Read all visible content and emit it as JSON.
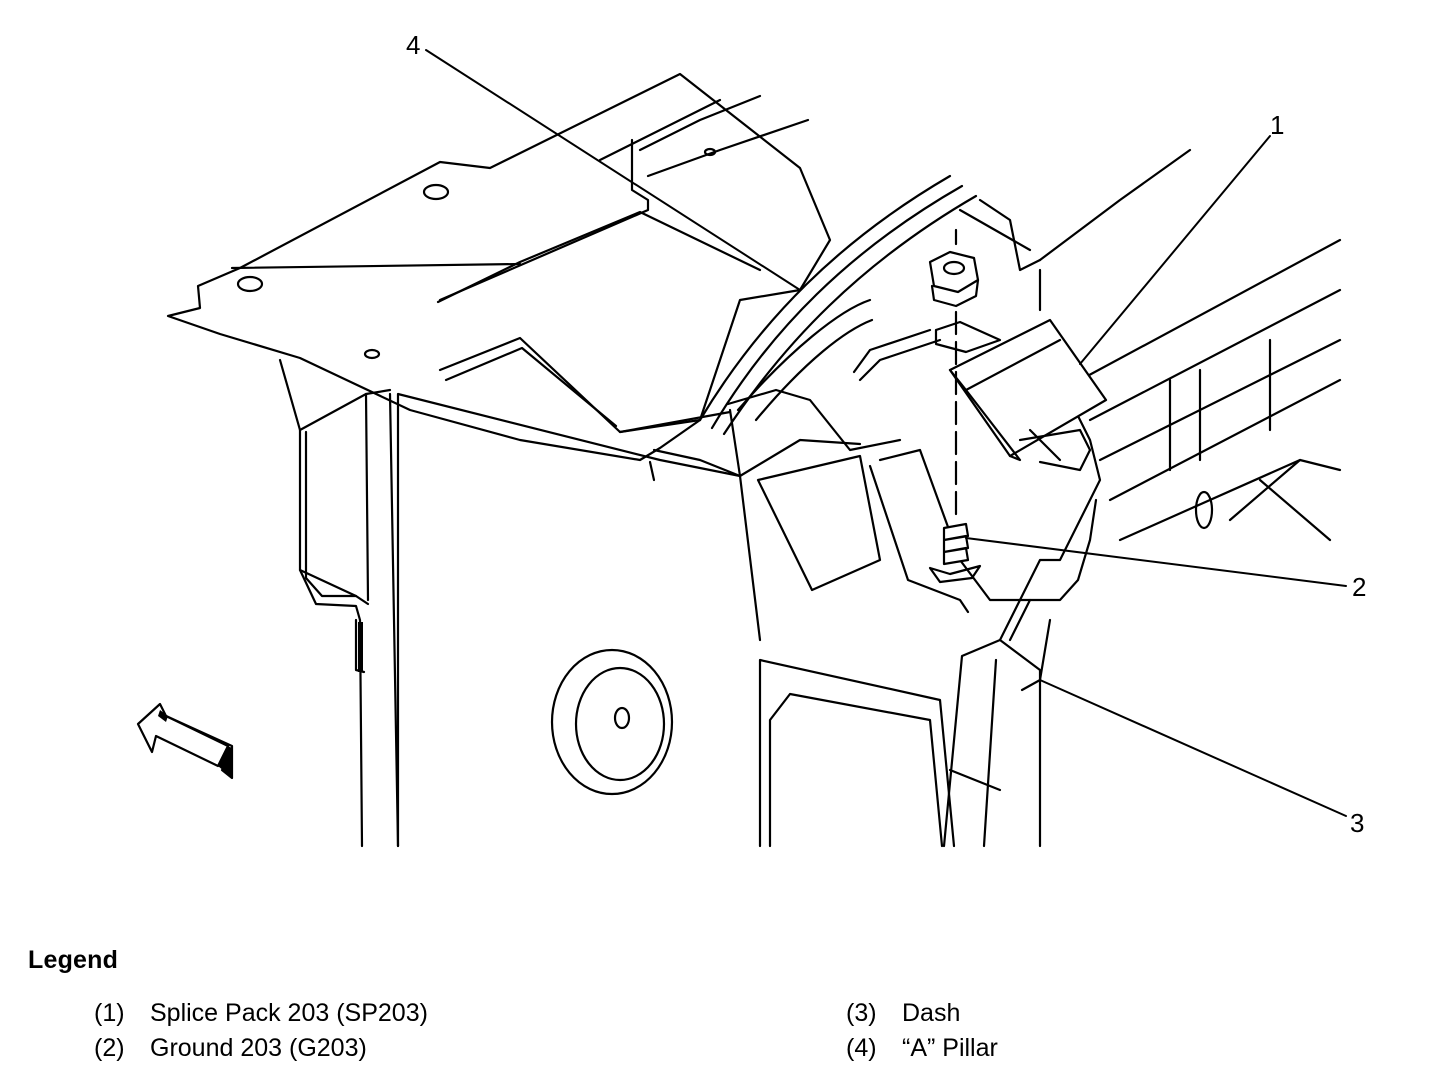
{
  "diagram": {
    "callouts": [
      "1",
      "2",
      "3",
      "4"
    ]
  },
  "legend": {
    "title": "Legend",
    "items": [
      {
        "num": "(1)",
        "label": "Splice Pack 203 (SP203)"
      },
      {
        "num": "(2)",
        "label": "Ground 203 (G203)"
      },
      {
        "num": "(3)",
        "label": "Dash"
      },
      {
        "num": "(4)",
        "label": "“A” Pillar"
      }
    ]
  }
}
